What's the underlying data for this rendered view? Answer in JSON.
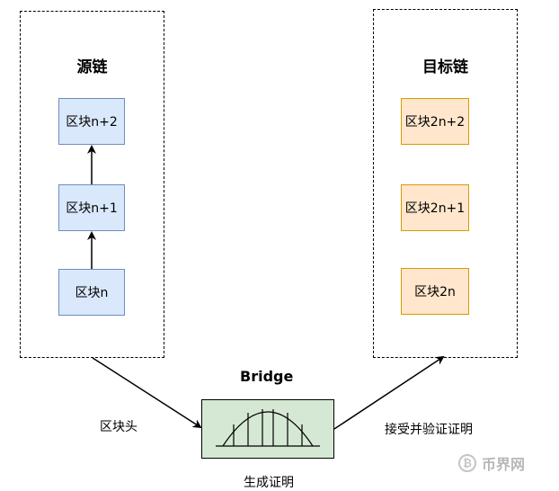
{
  "source_chain": {
    "title": "源链",
    "blocks": [
      "区块n+2",
      "区块n+1",
      "区块n"
    ]
  },
  "target_chain": {
    "title": "目标链",
    "blocks": [
      "区块2n+2",
      "区块2n+1",
      "区块2n"
    ]
  },
  "bridge": {
    "title": "Bridge",
    "caption": "生成证明"
  },
  "edges": {
    "to_bridge": "区块头",
    "to_target": "接受并验证证明"
  },
  "watermark": {
    "text": "币界网",
    "symbol": "₿"
  },
  "colors": {
    "source_block_fill": "#dae8fc",
    "target_block_fill": "#ffe6cc",
    "bridge_fill": "#d5e8d4"
  }
}
